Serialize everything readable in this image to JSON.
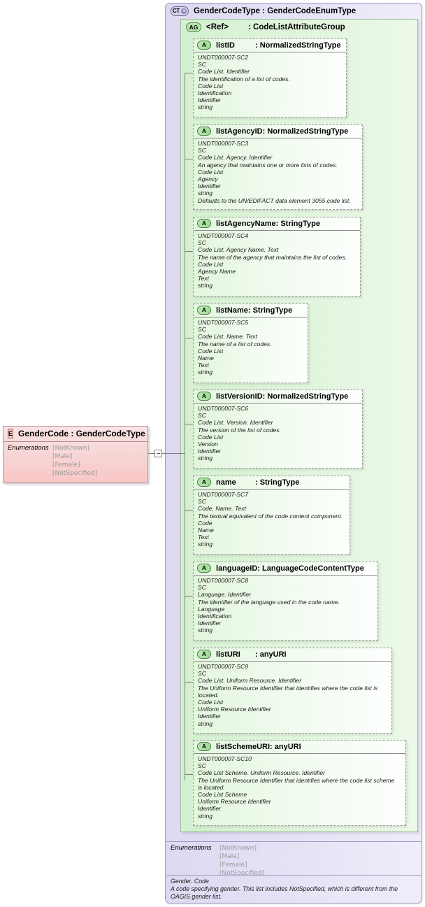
{
  "element": {
    "badge": "E",
    "title": "GenderCode : GenderCodeType",
    "enum_label": "Enumerations",
    "enumerations": [
      "[NotKnown]",
      "[Male]",
      "[Female]",
      "[NotSpecified]"
    ]
  },
  "complex_type": {
    "badge": "CT",
    "expand_icon": "plus-icon",
    "title": "GenderCodeType : GenderCodeEnumType",
    "enum_label": "Enumerations",
    "enumerations": [
      "[NotKnown]",
      "[Male]",
      "[Female]",
      "[NotSpecified]"
    ],
    "documentation": [
      "Gender. Code",
      "A code specifying gender. This list includes NotSpecified, which is different from the",
      "OAGIS gender list."
    ]
  },
  "attribute_group": {
    "badge": "AG",
    "ref": "<Ref>",
    "type": ": CodeListAttributeGroup"
  },
  "attributes": [
    {
      "badge": "A",
      "name": "listID",
      "type": ": NormalizedStringType",
      "name_pad": true,
      "lines": [
        "UNDT000007-SC2",
        "SC",
        "Code List. Identifier",
        "The identification of a list of codes.",
        "Code List",
        "Identification",
        "Identifier",
        "string"
      ]
    },
    {
      "badge": "A",
      "name": "listAgencyID",
      "type": ": NormalizedStringType",
      "name_pad": false,
      "lines": [
        "UNDT000007-SC3",
        "SC",
        "Code List. Agency. Identifier",
        "An agency that maintains one or more lists of codes.",
        "Code List",
        "Agency",
        "Identifier",
        "string",
        "Defaults to the UN/EDIFACT data element 3055 code list."
      ]
    },
    {
      "badge": "A",
      "name": "listAgencyName",
      "type": ": StringType",
      "name_pad": false,
      "lines": [
        "UNDT000007-SC4",
        "SC",
        "Code List. Agency Name. Text",
        "The name of the agency that maintains the list of codes.",
        "Code List",
        "Agency Name",
        "Text",
        "string"
      ]
    },
    {
      "badge": "A",
      "name": "listName",
      "type": ": StringType",
      "name_pad": false,
      "lines": [
        "UNDT000007-SC5",
        "SC",
        "Code List. Name. Text",
        "The name of a list of codes.",
        "Code List",
        "Name",
        "Text",
        "string"
      ]
    },
    {
      "badge": "A",
      "name": "listVersionID",
      "type": ": NormalizedStringType",
      "name_pad": false,
      "lines": [
        "UNDT000007-SC6",
        "SC",
        "Code List. Version. Identifier",
        "The version of the list of codes.",
        "Code List",
        "Version",
        "Identifier",
        "string"
      ]
    },
    {
      "badge": "A",
      "name": "name",
      "type": ": StringType",
      "name_pad": true,
      "lines": [
        "UNDT000007-SC7",
        "SC",
        "Code. Name. Text",
        "The textual equivalent of the code content component.",
        "Code",
        "Name",
        "Text",
        "string"
      ]
    },
    {
      "badge": "A",
      "name": "languageID",
      "type": ": LanguageCodeContentType",
      "name_pad": false,
      "lines": [
        "UNDT000007-SC8",
        "SC",
        "Language. Identifier",
        "The identifier of the language used in the code name.",
        "Language",
        "Identification",
        "Identifier",
        "string"
      ]
    },
    {
      "badge": "A",
      "name": "listURI",
      "type": ": anyURI",
      "name_pad": true,
      "lines": [
        "UNDT000007-SC9",
        "SC",
        "Code List. Uniform Resource. Identifier",
        "The Uniform Resource Identifier that identifies where the code list is",
        "located.",
        "Code List",
        "Uniform Resource Identifier",
        "Identifier",
        "string"
      ]
    },
    {
      "badge": "A",
      "name": "listSchemeURI",
      "type": ": anyURI",
      "name_pad": false,
      "lines": [
        "UNDT000007-SC10",
        "SC",
        "Code List Scheme. Uniform Resource. Identifier",
        "The Uniform Resource Identifier that identifies where the code list scheme",
        "is located.",
        "Code List Scheme",
        "Uniform Resource Identifier",
        "Identifier",
        "string"
      ]
    }
  ],
  "layout": {
    "attr_tops": [
      55,
      178,
      310,
      434,
      557,
      680,
      803,
      926,
      1058
    ],
    "attr_heights": [
      113,
      122,
      114,
      114,
      113,
      113,
      113,
      123,
      123
    ],
    "attr_lefts": [
      276,
      276,
      276,
      276,
      276,
      276,
      276,
      276,
      276
    ],
    "attr_widths": [
      220,
      243,
      240,
      165,
      243,
      225,
      265,
      285,
      305
    ]
  },
  "colors": {
    "ct_bg": "#ded9f2",
    "ag_bg": "#d3f0cf",
    "attr_bg": "#e3f6de",
    "element_bg": "#fbe4e4",
    "enum_text": "#9a9a9a",
    "connector": "#7d7d7d"
  }
}
